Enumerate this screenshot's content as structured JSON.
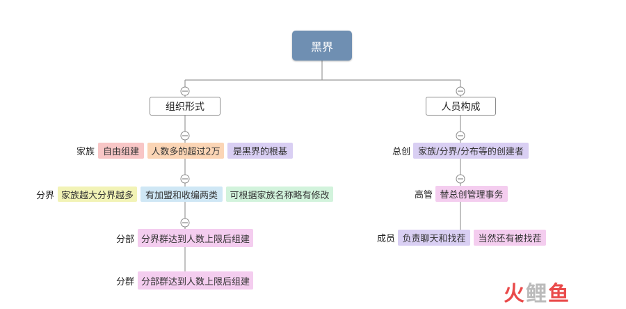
{
  "root": "黑界",
  "left": {
    "title": "组织形式",
    "rows": [
      {
        "label": "家族",
        "tags": [
          {
            "text": "自由组建",
            "color": "#f8c6c6"
          },
          {
            "text": "人数多的超过2万",
            "color": "#fbd5b5"
          },
          {
            "text": "是黑界的根基",
            "color": "#d9cff3"
          }
        ]
      },
      {
        "label": "分界",
        "tags": [
          {
            "text": "家族越大分界越多",
            "color": "#f2f3b6"
          },
          {
            "text": "有加盟和收编两类",
            "color": "#cfe7f5"
          },
          {
            "text": "可根据家族名称略有修改",
            "color": "#d2f3dc"
          }
        ]
      },
      {
        "label": "分部",
        "tags": [
          {
            "text": "分界群达到人数上限后组建",
            "color": "#f4cdef"
          }
        ]
      },
      {
        "label": "分群",
        "tags": [
          {
            "text": "分部群达到人数上限后组建",
            "color": "#f4cdef"
          }
        ]
      }
    ]
  },
  "right": {
    "title": "人员构成",
    "rows": [
      {
        "label": "总创",
        "tags": [
          {
            "text": "家族/分界/分布等的创建者",
            "color": "#d9cff3"
          }
        ]
      },
      {
        "label": "高管",
        "tags": [
          {
            "text": "替总创管理事务",
            "color": "#f4cdef"
          }
        ]
      },
      {
        "label": "成员",
        "tags": [
          {
            "text": "负责聊天和找茬",
            "color": "#d9cff3"
          },
          {
            "text": "当然还有被找茬",
            "color": "#f4cdef"
          }
        ]
      }
    ]
  },
  "watermark": {
    "part1": "火",
    "part2": "鲤",
    "part3": "鱼"
  }
}
